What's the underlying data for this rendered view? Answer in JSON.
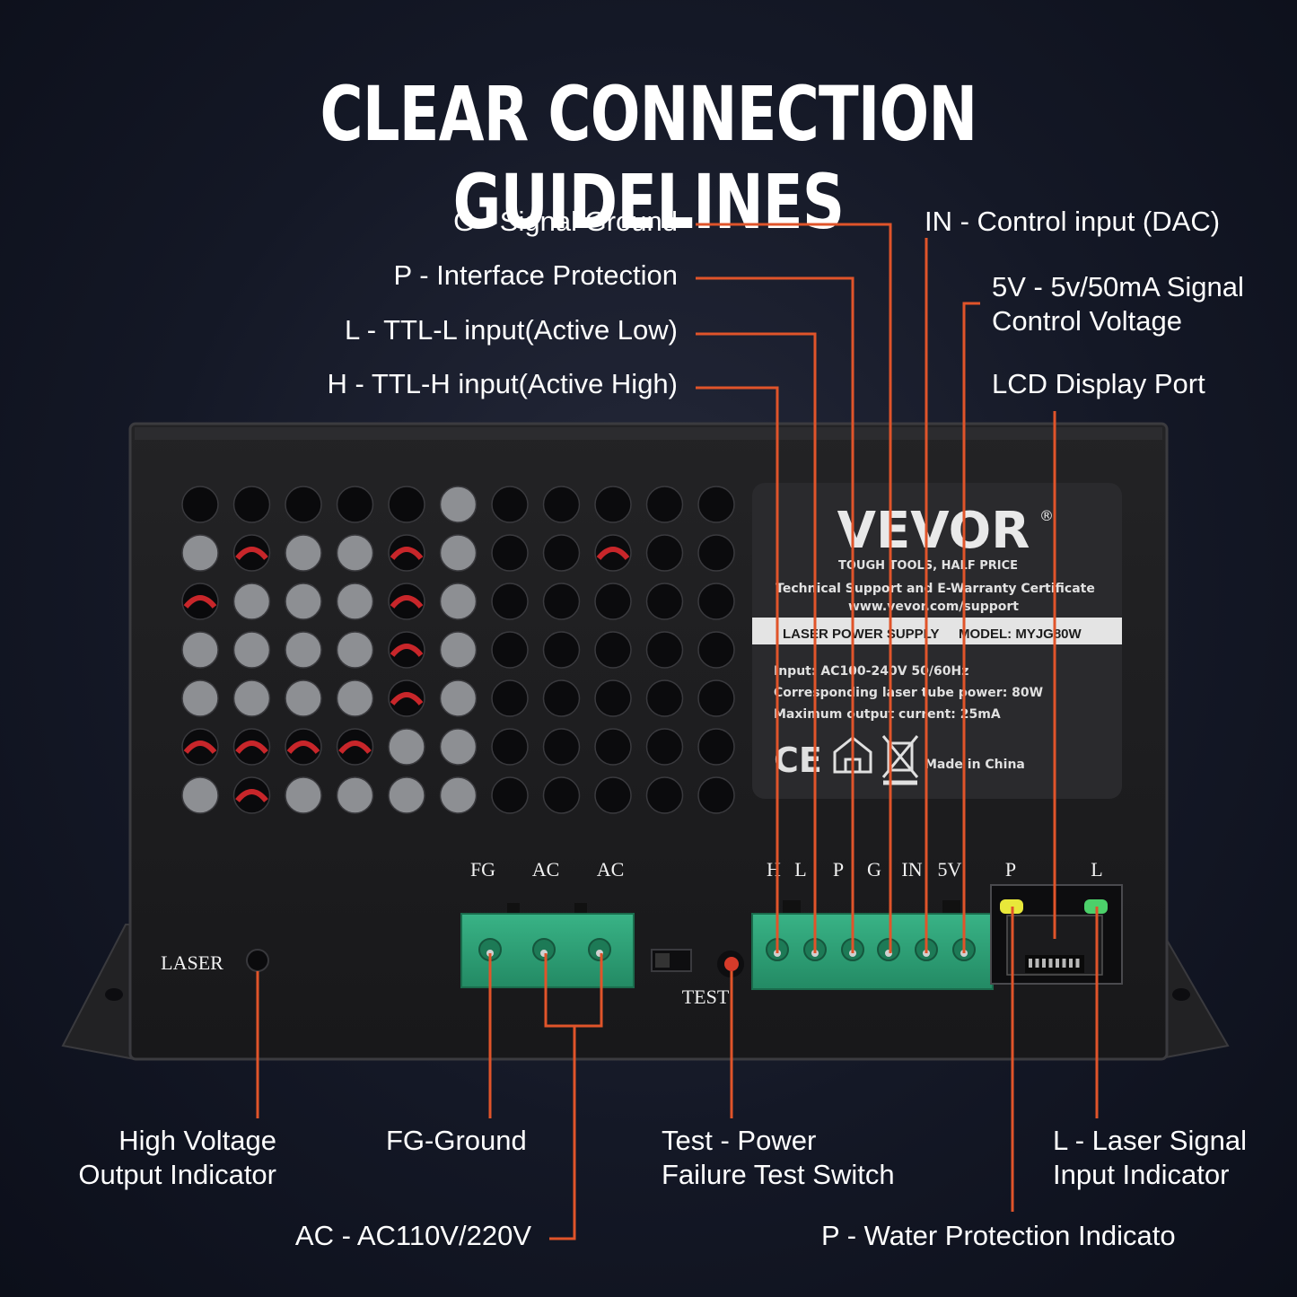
{
  "title": "CLEAR CONNECTION GUIDELINES",
  "callouts": {
    "signal_ground": "G - Signal Ground",
    "interface_protection": "P - Interface Protection",
    "ttl_low": "L - TTL-L input(Active Low)",
    "ttl_high": "H -  TTL-H input(Active High)",
    "control_input": "IN - Control input (DAC)",
    "five_volt": [
      "5V - 5v/50mA Signal",
      "Control Voltage"
    ],
    "lcd_port": "LCD Display Port",
    "hv_indicator": [
      "High Voltage",
      "Output Indicator"
    ],
    "fg_ground": "FG-Ground",
    "test_switch": [
      "Test - Power",
      "Failure Test Switch"
    ],
    "laser_signal": [
      "L - Laser Signal",
      "Input Indicator"
    ],
    "ac_input": "AC - AC110V/220V",
    "water_protection": "P - Water Protection Indicato"
  },
  "device": {
    "brand": "VEVOR",
    "registered": "®",
    "slogan": "TOUGH TOOLS, HALF PRICE",
    "support_line": "Technical Support and E-Warranty Certificate",
    "url": "www.vevor.com/support",
    "product": "LASER POWER SUPPLY",
    "model": "MODEL: MYJG80W",
    "spec_input": "Input: AC100-240V  50/60Hz",
    "spec_tube": "Corresponding laser tube power: 80W",
    "spec_current": "Maximum output current: 25mA",
    "ce_mark": "CE",
    "origin": "Made in China",
    "laser_label": "LASER",
    "test_label": "TEST",
    "ac_terminals": [
      "FG",
      "AC",
      "AC"
    ],
    "signal_terminals": [
      "H",
      "L",
      "P",
      "G",
      "IN",
      "5V"
    ],
    "indicator_labels": [
      "P",
      "L"
    ]
  },
  "colors": {
    "leader": "#e0542a",
    "terminal": "#2fa57a",
    "led_yellow": "#e8e83a",
    "led_green": "#4cd06a",
    "chassis": "#1f1f21"
  }
}
